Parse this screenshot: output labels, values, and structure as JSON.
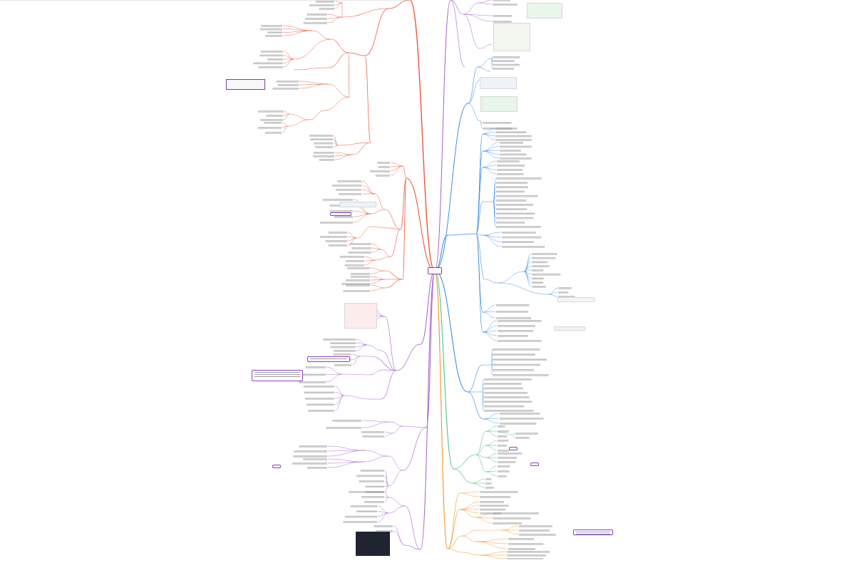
{
  "root": {
    "title": "",
    "subtitle": ""
  },
  "colors": {
    "red": "#e8593c",
    "orange": "#f0932b",
    "purple": "#a55ec8",
    "blue": "#3a8ee6",
    "green": "#3cbf7a",
    "root_border": "#7a3fb0"
  },
  "branches": [
    {
      "name": "branch-red-upper",
      "color": "red"
    },
    {
      "name": "branch-red-lower",
      "color": "red"
    },
    {
      "name": "branch-purple-left",
      "color": "purple"
    },
    {
      "name": "branch-purple-right",
      "color": "purple"
    },
    {
      "name": "branch-blue",
      "color": "blue"
    },
    {
      "name": "branch-green",
      "color": "green"
    },
    {
      "name": "branch-orange",
      "color": "orange"
    }
  ]
}
